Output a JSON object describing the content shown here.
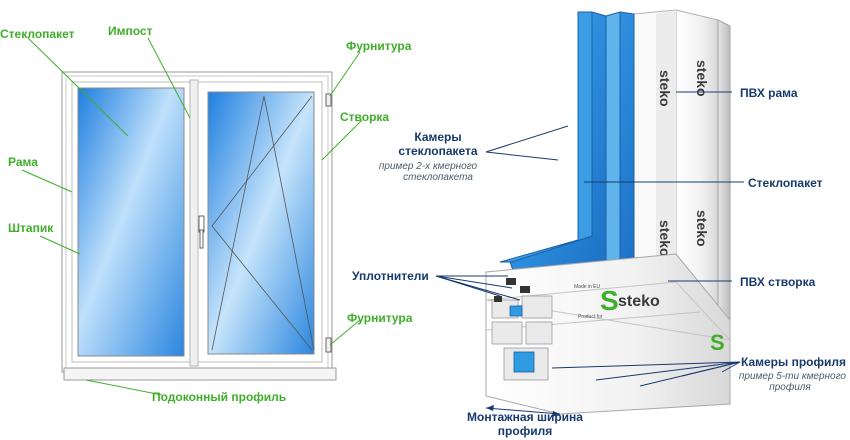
{
  "left_window": {
    "labels": {
      "steklopaket": "Стеклопакет",
      "impost": "Импост",
      "furnitura_top": "Фурнитура",
      "stvorka": "Створка",
      "rama": "Рама",
      "shtapik": "Штапик",
      "furnitura_bottom": "Фурнитура",
      "podokonny_profil": "Подоконный профиль"
    }
  },
  "profile_section": {
    "labels": {
      "pvh_rama": "ПВХ рама",
      "kamery_steklopaketa_1": "Камеры",
      "kamery_steklopaketa_2": "стеклопакета",
      "kamery_steklopaketa_note_1": "пример 2-х кмерного",
      "kamery_steklopaketa_note_2": "стеклопакета",
      "steklopaket": "Стеклопакет",
      "uplotniteli": "Уплотнители",
      "pvh_stvorka": "ПВХ створка",
      "kamery_profilya": "Камеры профиля",
      "kamery_profilya_note_1": "пример 5-ти кмерного",
      "kamery_profilya_note_2": "профиля",
      "montazhnaya_shirina_1": "Монтажная ширина",
      "montazhnaya_shirina_2": "профиля"
    },
    "brand": {
      "name": "steko",
      "logo_letter": "S",
      "made_in": "Made in EU",
      "product": "Product for"
    }
  },
  "colors": {
    "left_labels": "#3fae2a",
    "right_labels": "#163a6e",
    "glass": "#2f8ad6",
    "profile": "#ffffff"
  }
}
